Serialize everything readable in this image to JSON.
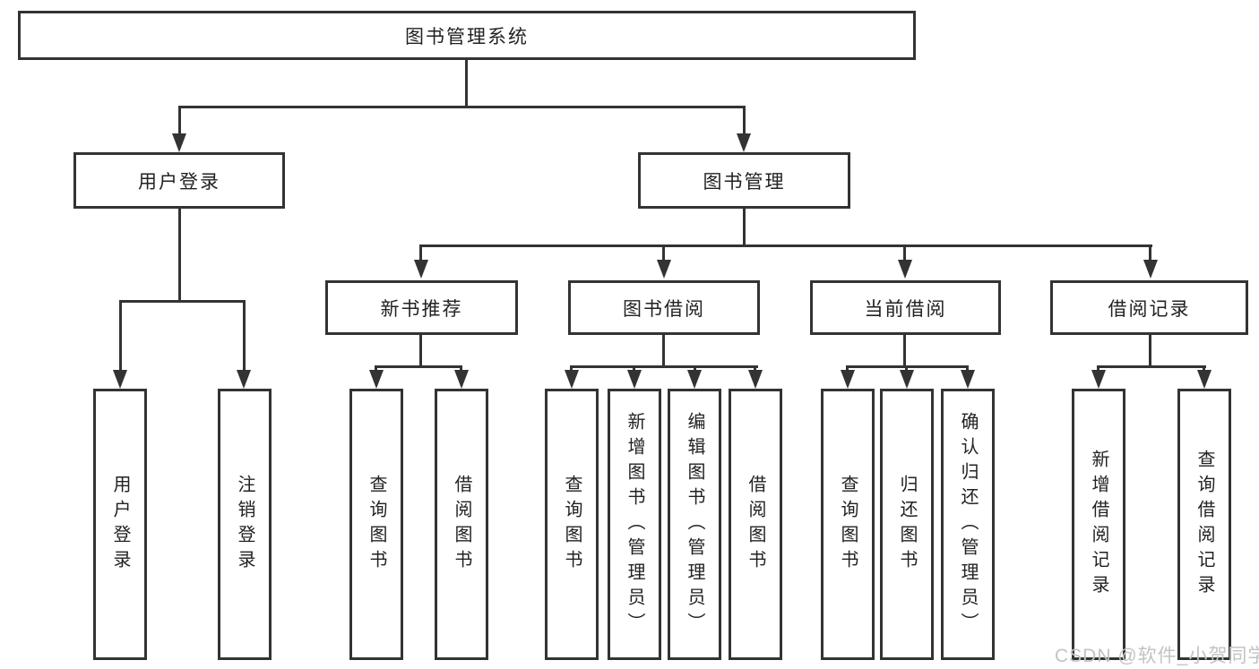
{
  "colors": {
    "line": "#333333",
    "text": "#222222",
    "background": "#ffffff",
    "watermark": "#c3c3c3"
  },
  "watermark": {
    "text": "CSDN @软件_小贺同学"
  },
  "tree": {
    "root": {
      "label": "图书管理系统"
    },
    "children": [
      {
        "label": "用户登录",
        "children": [
          {
            "label": "用户登录"
          },
          {
            "label": "注销登录"
          }
        ]
      },
      {
        "label": "图书管理",
        "children": [
          {
            "label": "新书推荐",
            "children": [
              {
                "label": "查询图书"
              },
              {
                "label": "借阅图书"
              }
            ]
          },
          {
            "label": "图书借阅",
            "children": [
              {
                "label": "查询图书"
              },
              {
                "label": "新增图书（管理员）"
              },
              {
                "label": "编辑图书（管理员）"
              },
              {
                "label": "借阅图书"
              }
            ]
          },
          {
            "label": "当前借阅",
            "children": [
              {
                "label": "查询图书"
              },
              {
                "label": "归还图书"
              },
              {
                "label": "确认归还（管理员）"
              }
            ]
          },
          {
            "label": "借阅记录",
            "children": [
              {
                "label": "新增借阅记录"
              },
              {
                "label": "查询借阅记录"
              }
            ]
          }
        ]
      }
    ]
  }
}
